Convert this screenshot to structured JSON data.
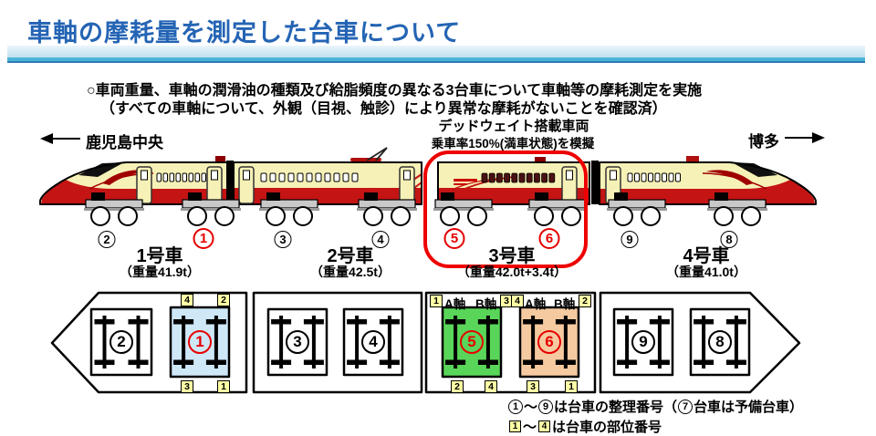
{
  "header": {
    "title": "車軸の摩耗量を測定した台車について"
  },
  "intro": {
    "line1": "○車両重量、車軸の潤滑油の種類及び給脂頻度の異なる3台車について車軸等の摩耗測定を実施",
    "line2": "（すべての車軸について、外観（目視、触診）により異常な摩耗がないことを確認済）"
  },
  "directions": {
    "left": "鹿児島中央",
    "right": "博多"
  },
  "deadweight": {
    "line1": "デッドウェイト搭載車両",
    "line2": "乗車率150%(満車状態)を模擬"
  },
  "train_row": {
    "pos1": "2",
    "pos2": "1",
    "pos3": "3",
    "pos4": "4",
    "pos5": "5",
    "pos6": "6",
    "pos7": "9",
    "pos8": "8"
  },
  "cars": {
    "car1": {
      "name": "1号車",
      "weight": "（重量41.9t）"
    },
    "car2": {
      "name": "2号車",
      "weight": "（重量42.5t）"
    },
    "car3": {
      "name": "3号車",
      "weight": "（重量42.0t+3.4t）"
    },
    "car4": {
      "name": "4号車",
      "weight": "（重量41.0t）"
    }
  },
  "diagram": {
    "axis_a": "A軸",
    "axis_b": "B軸",
    "bogies": {
      "s2": "2",
      "s1": "1",
      "s3": "3",
      "s4": "4",
      "s5": "5",
      "s6": "6",
      "s9": "9",
      "s8": "8"
    },
    "bogie1_corners": {
      "tl": "4",
      "tr": "2",
      "bl": "3",
      "br": "1"
    },
    "bogie5_corners": {
      "tl": "1",
      "tr": "3",
      "bl": "2",
      "br": "4"
    },
    "bogie6_corners": {
      "tl": "4",
      "tr": "2",
      "bl": "3",
      "br": "1"
    }
  },
  "legend": {
    "l1_n1": "1",
    "l1_tilde": "〜",
    "l1_n2": "9",
    "l1_t1": "は台車の整理番号（",
    "l1_n3": "7",
    "l1_t2": "台車は予備台車）",
    "l2_b1": "1",
    "l2_tilde": "〜",
    "l2_b2": "4",
    "l2_t": "は台車の部位番号"
  },
  "colors": {
    "title_blue": "#2464b4",
    "header_band_blue": "#bfe0f0",
    "header_rule_teal": "#49b4d4",
    "accent_red": "#e60000",
    "train_red": "#c41414",
    "train_cream": "#f6f1b6",
    "measured_bogie_blue": "#cfe8f8",
    "measured_bogie_green": "#59d659",
    "measured_bogie_orange": "#f6caa0",
    "part_label_yellow": "#ffffa6"
  }
}
